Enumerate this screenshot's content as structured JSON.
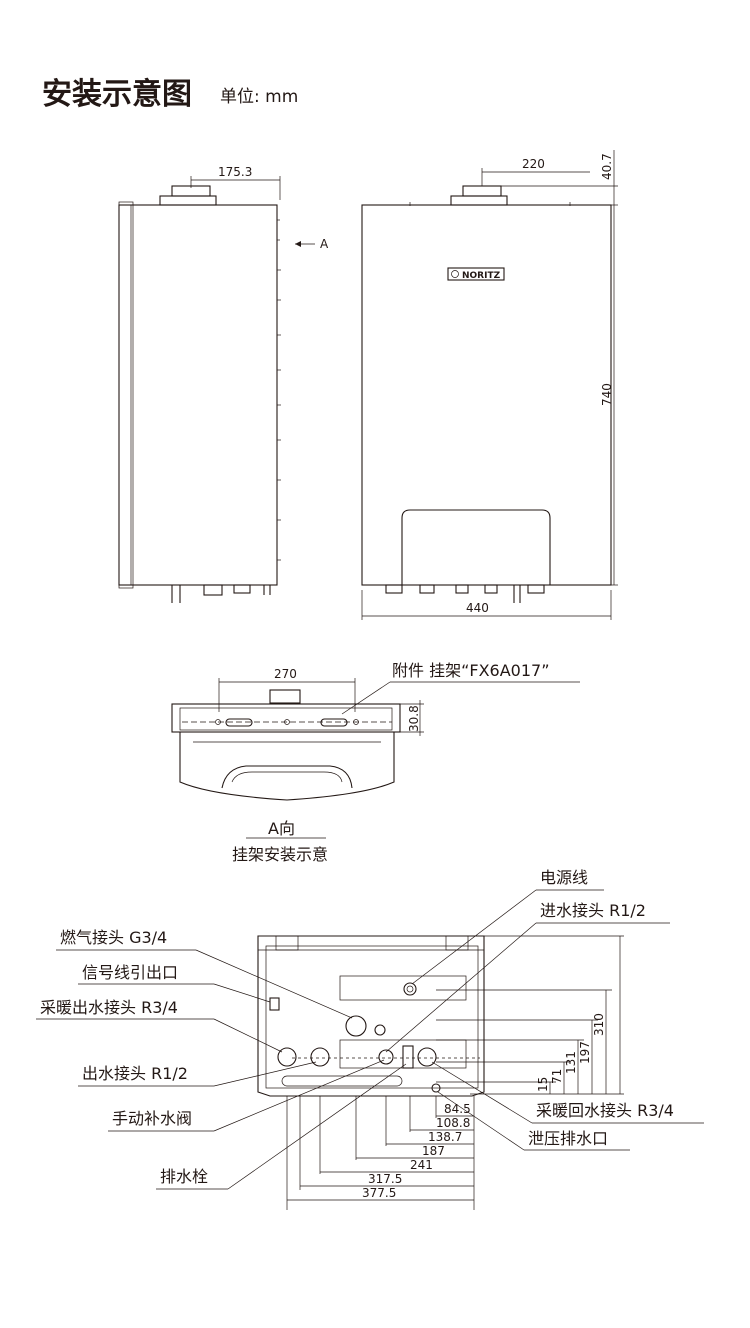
{
  "header": {
    "title": "安装示意图",
    "unit": "单位: mm"
  },
  "side_view": {
    "dim_top": "175.3",
    "arrow_label": "A"
  },
  "front_view": {
    "dim_top": "220",
    "dim_top_right": "40.7",
    "dim_height": "740",
    "dim_width": "440",
    "logo_text": "NORITZ"
  },
  "bracket_view": {
    "dim_width": "270",
    "dim_height": "30.8",
    "accessory_label": "附件 挂架“FX6A017”",
    "caption_line1": "A向",
    "caption_line2": "挂架安装示意"
  },
  "bottom_view": {
    "labels_left": [
      "燃气接头 G3/4",
      "信号线引出口",
      "采暖出水接头 R3/4",
      "出水接头 R1/2",
      "手动补水阀",
      "排水栓"
    ],
    "labels_right": [
      "电源线",
      "进水接头 R1/2",
      "采暖回水接头 R3/4",
      "泄压排水口"
    ],
    "vertical_dims": [
      "15",
      "71",
      "131",
      "197",
      "310"
    ],
    "horizontal_dims": [
      "84.5",
      "108.8",
      "138.7",
      "187",
      "241",
      "317.5",
      "377.5"
    ]
  }
}
